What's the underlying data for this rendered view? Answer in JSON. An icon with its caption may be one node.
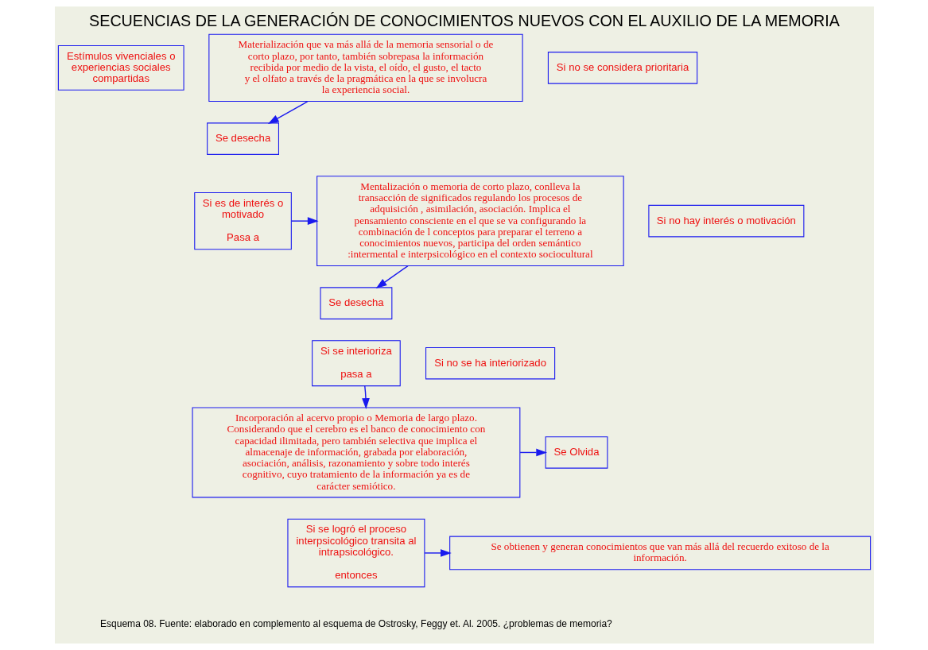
{
  "diagram": {
    "title": "SECUENCIAS DE LA GENERACIÓN DE CONOCIMIENTOS NUEVOS CON EL AUXILIO DE LA MEMORIA",
    "caption": "Esquema 08. Fuente: elaborado en complemento al esquema de Ostrosky, Feggy et. Al. 2005. ¿problemas de memoria?",
    "nodes": [
      {
        "text": [
          "Estímulos vivenciales o experiencias sociales compartidas"
        ]
      },
      {
        "text": [
          "Materialización que va más allá de la memoria sensorial o de corto plazo, por tanto, también sobrepasa la información recibida por medio de la vista, el oído, el gusto, el tacto y el olfato a través de la pragmática en la que se involucra la experiencia social."
        ]
      },
      {
        "text": [
          "Si no se considera prioritaria"
        ]
      },
      {
        "text": [
          "Se desecha"
        ]
      },
      {
        "text": [
          "Si es de interés o motivado",
          "Pasa a"
        ]
      },
      {
        "text": [
          "Mentalización o memoria de corto plazo, conlleva la transacción de significados regulando los procesos de adquisición , asimilación, asociación. Implica el pensamiento consciente en el que se va configurando la combinación de l conceptos para preparar el terreno a conocimientos nuevos, participa del orden semántico :intermental e interpsicológico en el contexto sociocultural"
        ]
      },
      {
        "text": [
          "Si no hay interés o motivación"
        ]
      },
      {
        "text": [
          "Se desecha"
        ]
      },
      {
        "text": [
          "Si se interioriza",
          "pasa a"
        ]
      },
      {
        "text": [
          "Si no se ha interiorizado"
        ]
      },
      {
        "text": [
          "Incorporación al acervo propio o Memoria de largo plazo. Considerando que el cerebro es el banco de conocimiento con capacidad ilimitada, pero también selectiva que implica el almacenaje de información, grabada por elaboración, asociación, análisis, razonamiento y sobre todo interés cognitivo, cuyo tratamiento de la información ya es de carácter semiótico."
        ]
      },
      {
        "text": [
          "Se Olvida"
        ]
      },
      {
        "text": [
          "Si se logró el proceso interpsicológico transita al intrapsicológico.",
          "entonces"
        ]
      },
      {
        "text": [
          "Se obtienen y generan conocimientos que van más allá del recuerdo exitoso de la información."
        ]
      }
    ],
    "edges": [
      {
        "from": 1,
        "to": 3,
        "arrow": "to"
      },
      {
        "from": 4,
        "to": 5,
        "arrow": "to"
      },
      {
        "from": 5,
        "to": 7,
        "arrow": "to"
      },
      {
        "from": 8,
        "to": 10,
        "arrow": "to"
      },
      {
        "from": 10,
        "to": 11,
        "arrow": "to"
      },
      {
        "from": 12,
        "to": 13,
        "arrow": "to"
      }
    ]
  }
}
